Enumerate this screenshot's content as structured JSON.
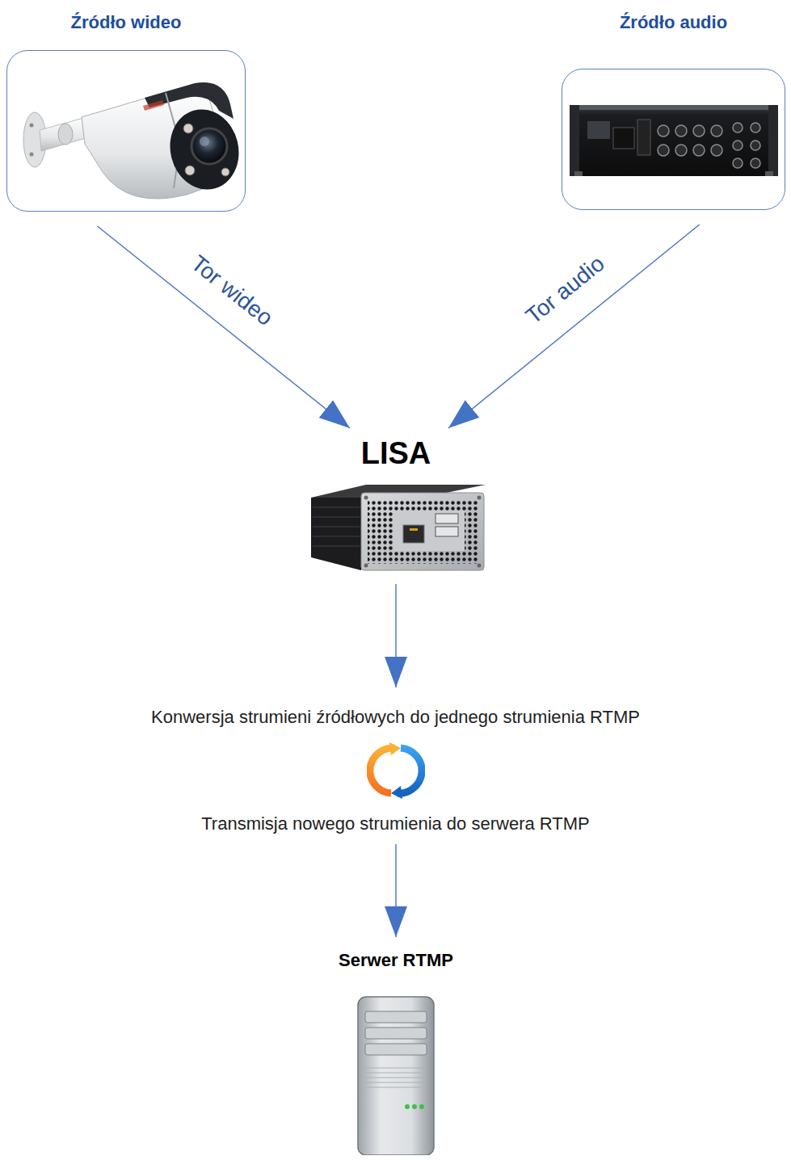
{
  "diagram": {
    "nodes": [
      {
        "text": [
          "Źródło wideo"
        ]
      },
      {
        "text": [
          "Źródło audio"
        ]
      },
      {
        "text": [
          "LISA"
        ]
      },
      {
        "text": [
          "Serwer RTMP"
        ]
      }
    ],
    "edges": [
      {
        "from": 0,
        "to": 2,
        "arrow": "to",
        "label": "Tor wideo"
      },
      {
        "from": 1,
        "to": 2,
        "arrow": "to",
        "label": "Tor audio"
      },
      {
        "from": 2,
        "to": 3,
        "arrow": "to"
      }
    ],
    "labels": [
      "Konwersja strumieni źródłowych do jednego strumienia RTMP",
      "Transmisja nowego strumienia do serwera RTMP"
    ]
  }
}
